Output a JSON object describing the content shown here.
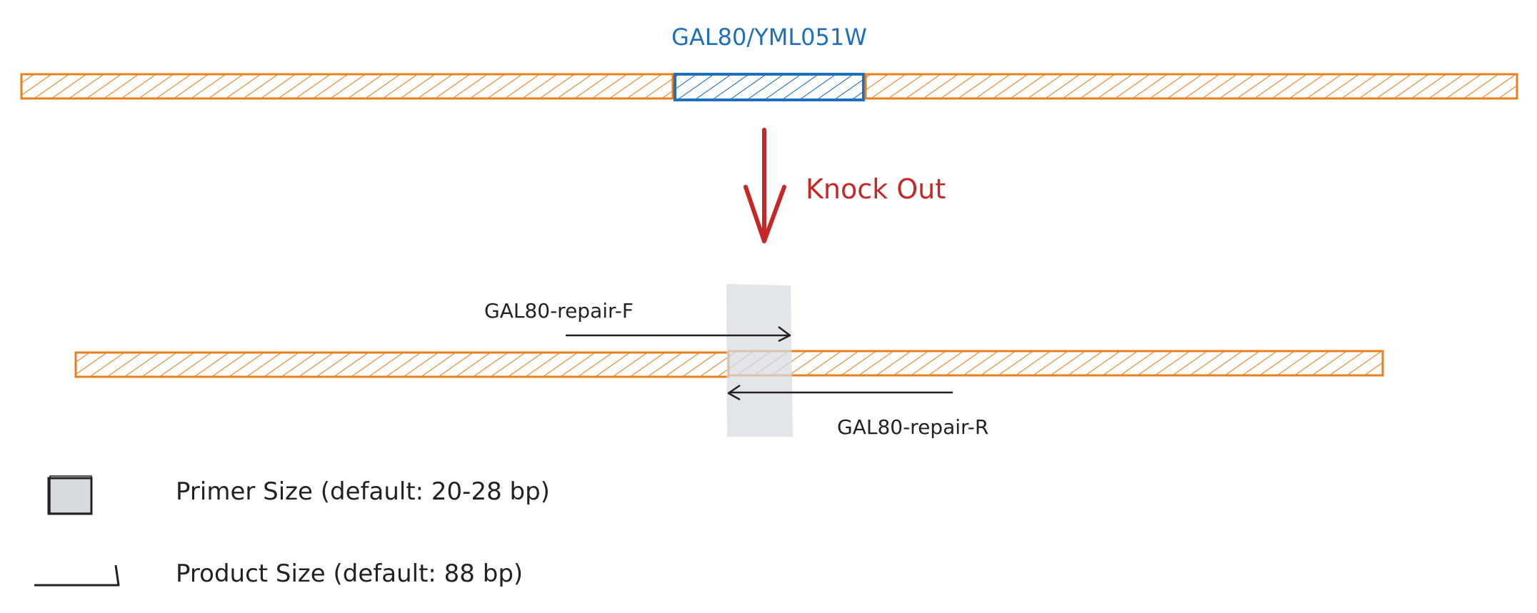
{
  "gene_label": "GAL80/YML051W",
  "action_label": "Knock Out",
  "primer_forward": "GAL80-repair-F",
  "primer_reverse": "GAL80-repair-R",
  "legend": {
    "primer_size": "Primer Size (default: 20-28 bp)",
    "product_size": "Product Size (default: 88 bp)"
  },
  "colors": {
    "genome": "#e8801e",
    "gene": "#1f6fbf",
    "arrow": "#c62828",
    "primer_box": "#d7dbe0",
    "line": "#222222"
  }
}
